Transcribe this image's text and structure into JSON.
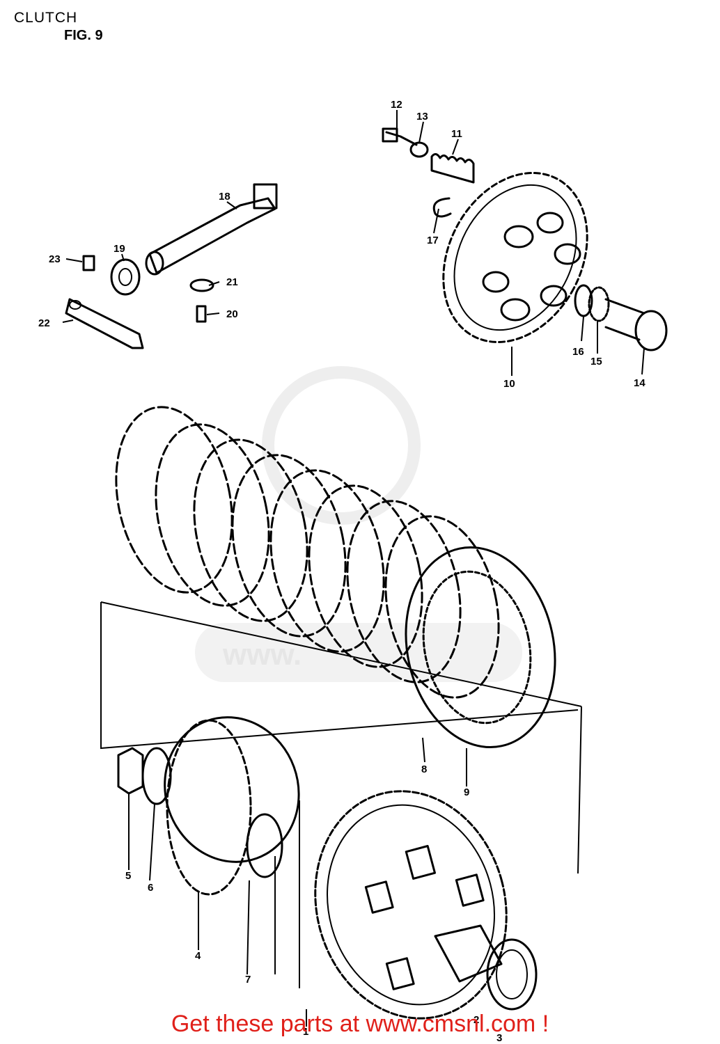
{
  "header": {
    "title": "CLUTCH",
    "figure": "FIG. 9"
  },
  "watermark": {
    "text": "www."
  },
  "part_labels": [
    "1",
    "2",
    "3",
    "4",
    "5",
    "6",
    "7",
    "8",
    "9",
    "10",
    "11",
    "12",
    "13",
    "14",
    "15",
    "16",
    "17",
    "18",
    "19",
    "20",
    "21",
    "22",
    "23"
  ],
  "footer": {
    "link_text": "Get these parts at www.cmsnl.com !",
    "color": "#e0201a"
  }
}
